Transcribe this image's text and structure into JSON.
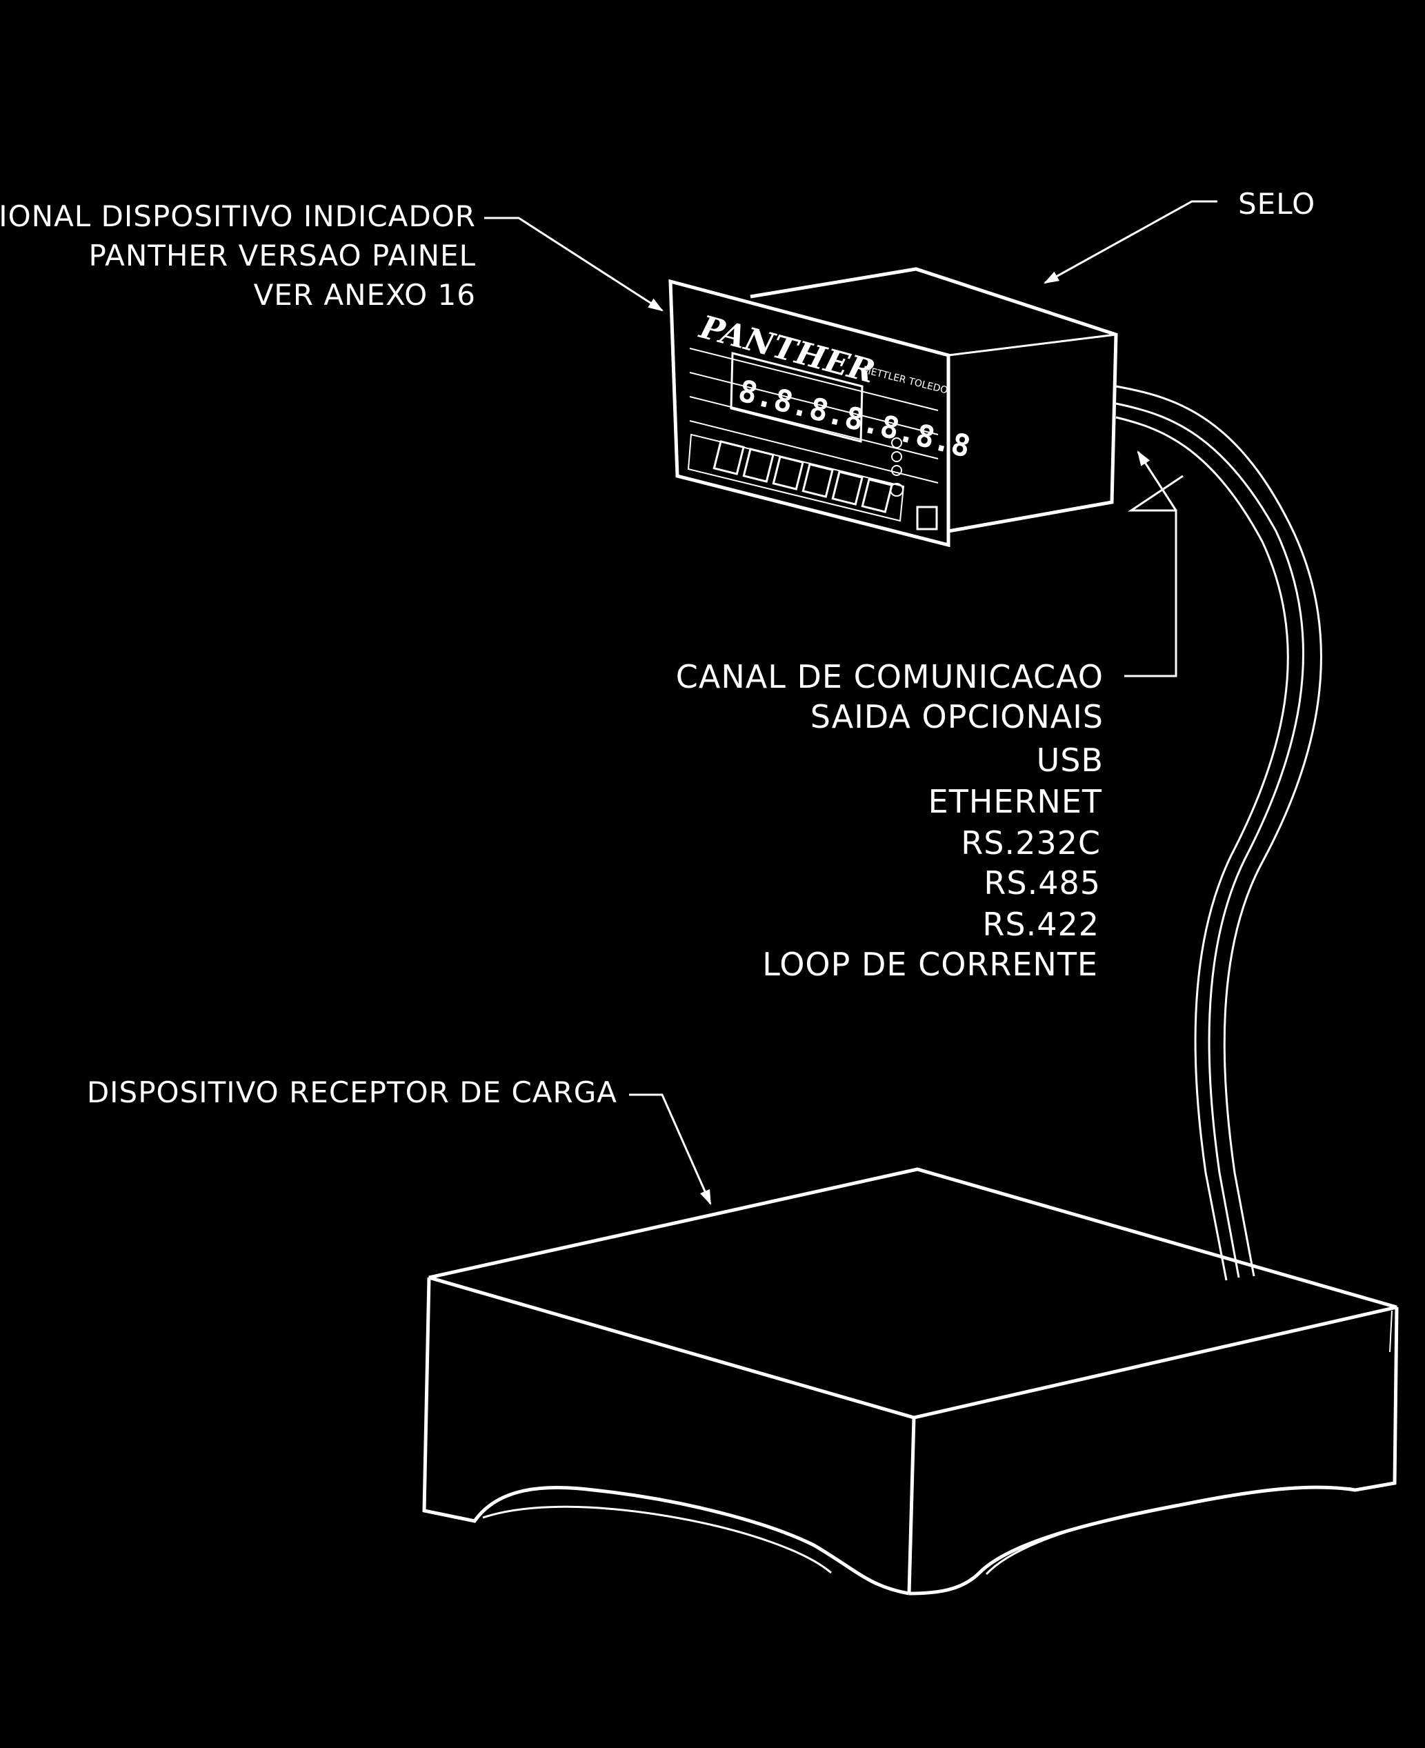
{
  "labels": {
    "indicator_line1": "OPCIONAL DISPOSITIVO INDICADOR",
    "indicator_line2": "PANTHER VERSAO PAINEL",
    "indicator_line3": "VER ANEXO 16",
    "seal": "SELO",
    "comm_line1": "CANAL DE COMUNICACAO",
    "comm_line2": "SAIDA OPCIONAIS",
    "comm_options": [
      "USB",
      "ETHERNET",
      "RS.232C",
      "RS.485",
      "RS.422",
      "LOOP DE CORRENTE"
    ],
    "receiver": "DISPOSITIVO RECEPTOR DE CARGA"
  },
  "device": {
    "logo": "PANTHER",
    "brand": "METTLER TOLEDO",
    "display": "8.8.8.8.8.8.8"
  },
  "colors": {
    "background": "#000000",
    "linework": "#ffffff"
  }
}
